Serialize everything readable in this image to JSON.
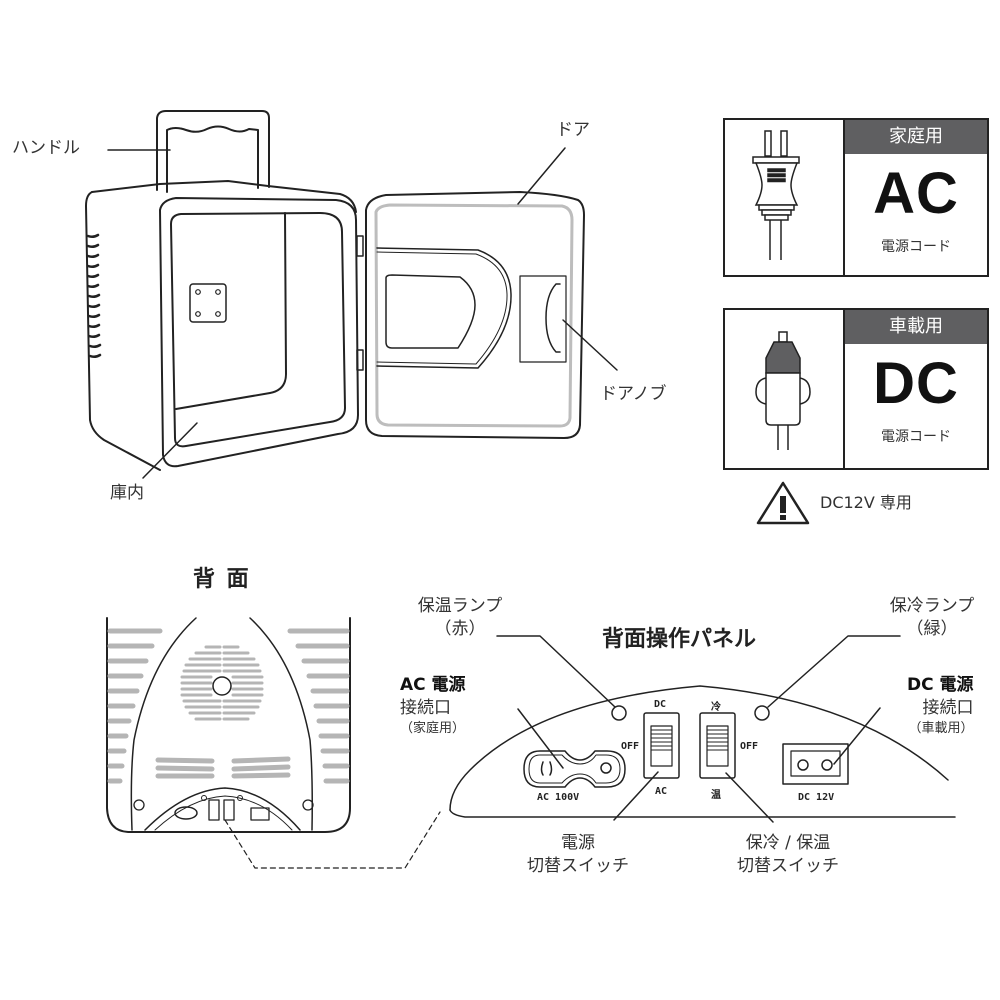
{
  "front_view": {
    "labels": {
      "handle": "ハンドル",
      "door": "ドア",
      "door_knob": "ドアノブ",
      "interior": "庫内"
    }
  },
  "power_badges": [
    {
      "category": "家庭用",
      "type": "AC",
      "caption": "電源コード",
      "icon": "ac-plug-icon"
    },
    {
      "category": "車載用",
      "type": "DC",
      "caption": "電源コード",
      "icon": "car-plug-icon"
    }
  ],
  "warning": {
    "icon": "warning-triangle-icon",
    "text": "DC12V 専用"
  },
  "back_view": {
    "title": "背 面"
  },
  "control_panel": {
    "title": "背面操作パネル",
    "labels": {
      "heat_lamp_line1": "保温ランプ",
      "heat_lamp_line2": "（赤）",
      "cool_lamp_line1": "保冷ランプ",
      "cool_lamp_line2": "（緑）",
      "ac_inlet_line1": "AC 電源",
      "ac_inlet_line2": "接続口",
      "ac_inlet_line3": "（家庭用）",
      "dc_inlet_line1": "DC 電源",
      "dc_inlet_line2": "接続口",
      "dc_inlet_line3": "（車載用）",
      "power_switch_line1": "電源",
      "power_switch_line2": "切替スイッチ",
      "mode_switch_line1": "保冷 / 保温",
      "mode_switch_line2": "切替スイッチ"
    },
    "markings": {
      "ac_port": "AC 100V",
      "dc_port": "DC 12V",
      "power_top": "DC",
      "power_bottom": "AC",
      "power_off": "OFF",
      "mode_top": "冷",
      "mode_bottom": "温",
      "mode_off": "OFF"
    }
  },
  "colors": {
    "line": "#222222",
    "badge_header": "#5f5f61",
    "vent_gray": "#b5b5b5"
  }
}
